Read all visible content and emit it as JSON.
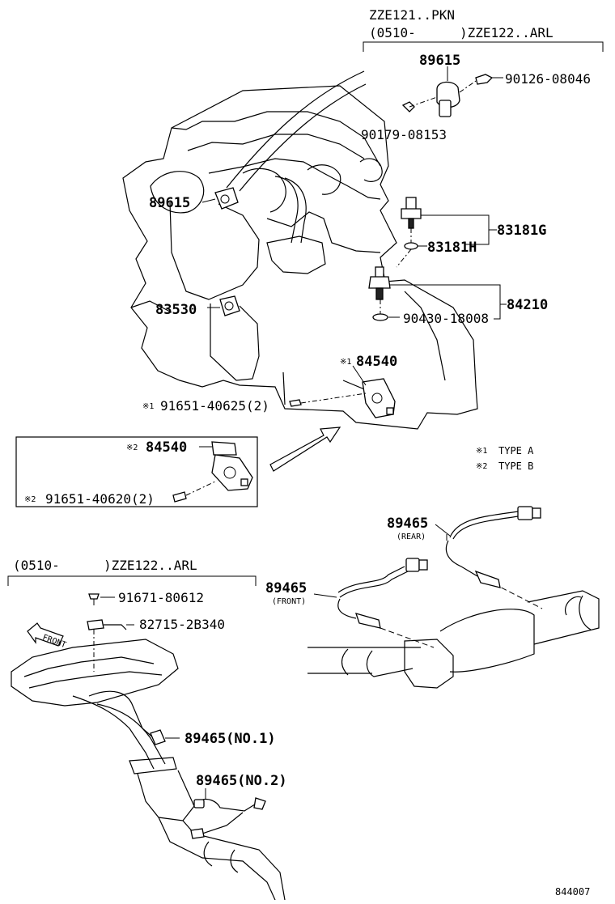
{
  "diagram": {
    "header": {
      "model_line1": "ZZE121..PKN",
      "model_line2_date": "(0510-",
      "model_line2_model": ")ZZE122..ARL"
    },
    "parts": {
      "p89615_top": "89615",
      "p90126": "90126-08046",
      "p90179": "90179-08153",
      "p89615_left": "89615",
      "p83181g": "83181G",
      "p83181h": "83181H",
      "p84210": "84210",
      "p83530": "83530",
      "p90430": "90430-18008",
      "p84540_a": "84540",
      "p91651_a": "91651-40625(2)",
      "p84540_b": "84540",
      "p91651_b": "91651-40620(2)",
      "p89465_rear": "89465",
      "p89465_front": "89465",
      "p91671": "91671-80612",
      "p82715": "82715-2B340",
      "p89465_no1": "89465(NO.1)",
      "p89465_no2": "89465(NO.2)"
    },
    "small_labels": {
      "rear": "(REAR)",
      "front_paren": "(FRONT)",
      "front_arrow": "FRONT"
    },
    "marks": {
      "m1": "※1",
      "m2": "※2"
    },
    "legend": {
      "type_a_mark": "※1",
      "type_a": "TYPE A",
      "type_b_mark": "※2",
      "type_b": "TYPE B"
    },
    "lower_header": {
      "date": "(0510-",
      "model": ")ZZE122..ARL"
    },
    "figure_code": "844007"
  }
}
